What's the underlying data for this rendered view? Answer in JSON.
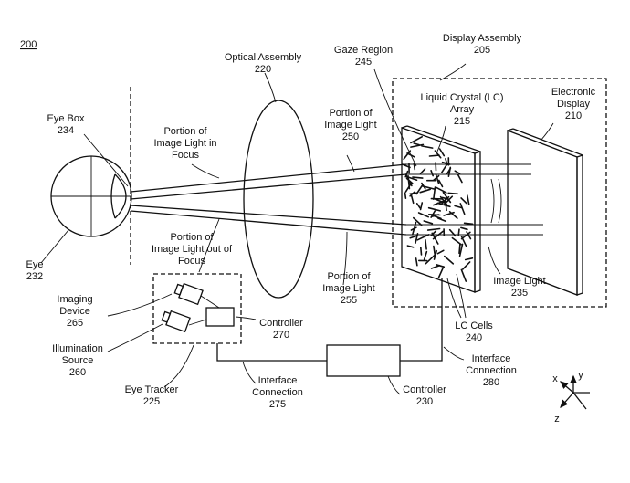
{
  "figure": {
    "number": "200",
    "labels": {
      "eye_box": [
        "Eye Box",
        "234"
      ],
      "eye": [
        "Eye",
        "232"
      ],
      "optical_assembly": [
        "Optical Assembly",
        "220"
      ],
      "gaze_region": [
        "Gaze Region",
        "245"
      ],
      "display_assembly": [
        "Display Assembly",
        "205"
      ],
      "lc_array": [
        "Liquid Crystal (LC)",
        "Array",
        "215"
      ],
      "electronic_display": [
        "Electronic",
        "Display",
        "210"
      ],
      "light_in_focus": [
        "Portion of",
        "Image Light in",
        "Focus"
      ],
      "portion_250": [
        "Portion of",
        "Image Light",
        "250"
      ],
      "light_out_focus": [
        "Portion of",
        "Image Light out of",
        "Focus"
      ],
      "portion_255": [
        "Portion of",
        "Image Light",
        "255"
      ],
      "image_light": [
        "Image Light",
        "235"
      ],
      "lc_cells": [
        "LC Cells",
        "240"
      ],
      "imaging_device": [
        "Imaging",
        "Device",
        "265"
      ],
      "illumination_source": [
        "Illumination",
        "Source",
        "260"
      ],
      "eye_tracker": [
        "Eye Tracker",
        "225"
      ],
      "controller_270": [
        "Controller",
        "270"
      ],
      "interface_275": [
        "Interface",
        "Connection",
        "275"
      ],
      "controller_230": [
        "Controller",
        "230"
      ],
      "interface_280": [
        "Interface",
        "Connection",
        "280"
      ],
      "axes": [
        "x",
        "y",
        "z"
      ]
    }
  }
}
